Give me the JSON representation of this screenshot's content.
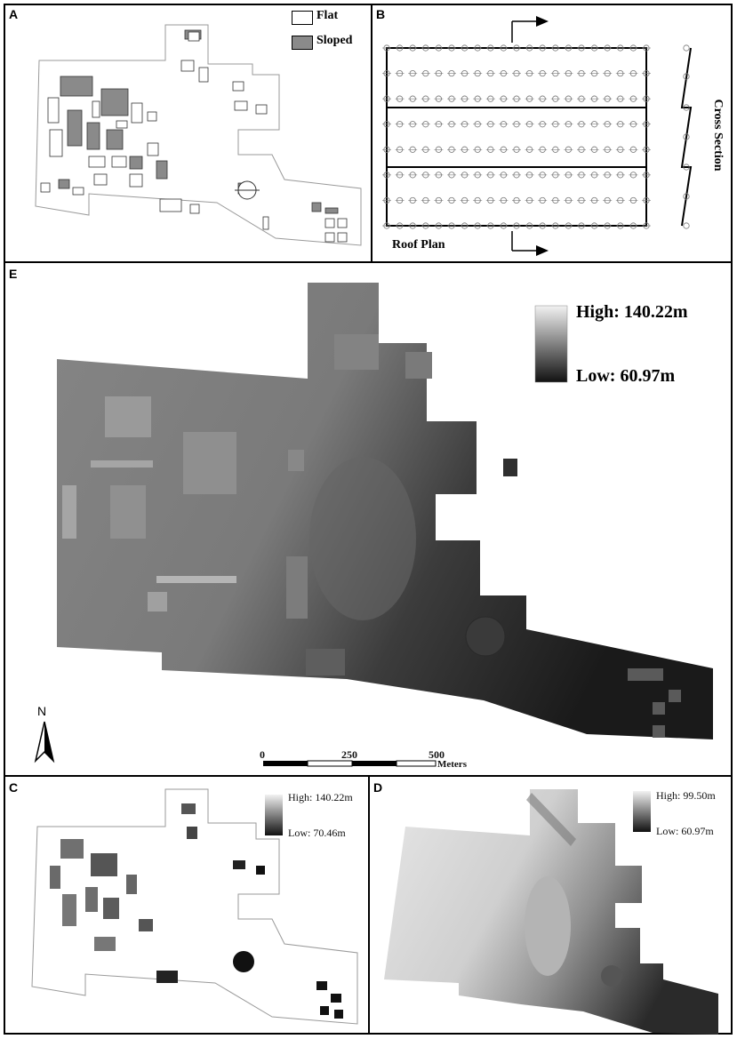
{
  "panels": {
    "A": {
      "letter": "A",
      "legend": [
        {
          "label": "Flat",
          "fill": "#ffffff"
        },
        {
          "label": "Sloped",
          "fill": "#8a8a8a"
        }
      ]
    },
    "B": {
      "letter": "B",
      "roof_plan_label": "Roof Plan",
      "cross_section_label": "Cross Section"
    },
    "E": {
      "letter": "E",
      "high_label": "High: 140.22m",
      "low_label": "Low: 60.97m",
      "north_label": "N",
      "scale": {
        "ticks": [
          "0",
          "250",
          "500"
        ],
        "unit": "Meters"
      }
    },
    "C": {
      "letter": "C",
      "high_label": "High: 140.22m",
      "low_label": "Low: 70.46m"
    },
    "D": {
      "letter": "D",
      "high_label": "High: 99.50m",
      "low_label": "Low: 60.97m"
    }
  },
  "colors": {
    "border": "#000000",
    "outline": "#9a9a9a",
    "dem_light": "#f2f2f2",
    "dem_dark": "#1a1a1a"
  }
}
